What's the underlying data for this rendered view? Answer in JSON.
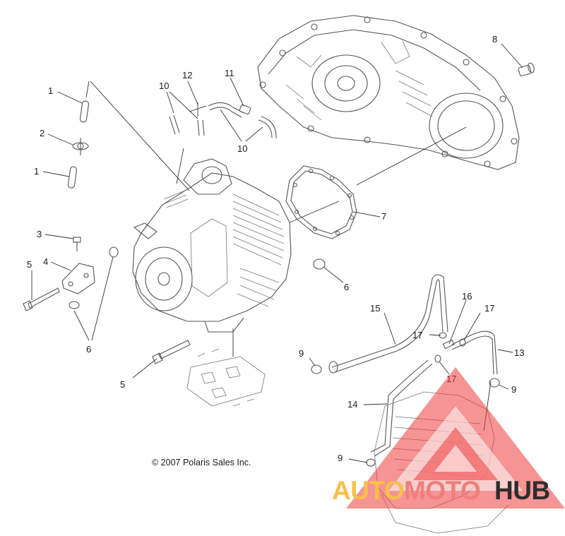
{
  "callouts": [
    {
      "id": "c1a",
      "text": "1"
    },
    {
      "id": "c2",
      "text": "2"
    },
    {
      "id": "c1b",
      "text": "1"
    },
    {
      "id": "c3",
      "text": "3"
    },
    {
      "id": "c4",
      "text": "4"
    },
    {
      "id": "c5a",
      "text": "5"
    },
    {
      "id": "c6a",
      "text": "6"
    },
    {
      "id": "c5b",
      "text": "5"
    },
    {
      "id": "c10a",
      "text": "10"
    },
    {
      "id": "c12",
      "text": "12"
    },
    {
      "id": "c11",
      "text": "11"
    },
    {
      "id": "c10b",
      "text": "10"
    },
    {
      "id": "c8",
      "text": "8"
    },
    {
      "id": "c7",
      "text": "7"
    },
    {
      "id": "c6b",
      "text": "6"
    },
    {
      "id": "c15",
      "text": "15"
    },
    {
      "id": "c16",
      "text": "16"
    },
    {
      "id": "c17a",
      "text": "17"
    },
    {
      "id": "c17b",
      "text": "17"
    },
    {
      "id": "c17c",
      "text": "17"
    },
    {
      "id": "c13",
      "text": "13"
    },
    {
      "id": "c9a",
      "text": "9"
    },
    {
      "id": "c9b",
      "text": "9"
    },
    {
      "id": "c14",
      "text": "14"
    },
    {
      "id": "c9c",
      "text": "9"
    }
  ],
  "copyright": "© 2007 Polaris Sales Inc.",
  "watermark": {
    "word_1": "AUTO",
    "word_2": "MOTO",
    "word_3": "HUB",
    "color_auto": "#f6c04a",
    "color_moto": "#f07f7c",
    "color_hub": "#2d2d2d",
    "triangle_color": "#ee3b3b"
  }
}
